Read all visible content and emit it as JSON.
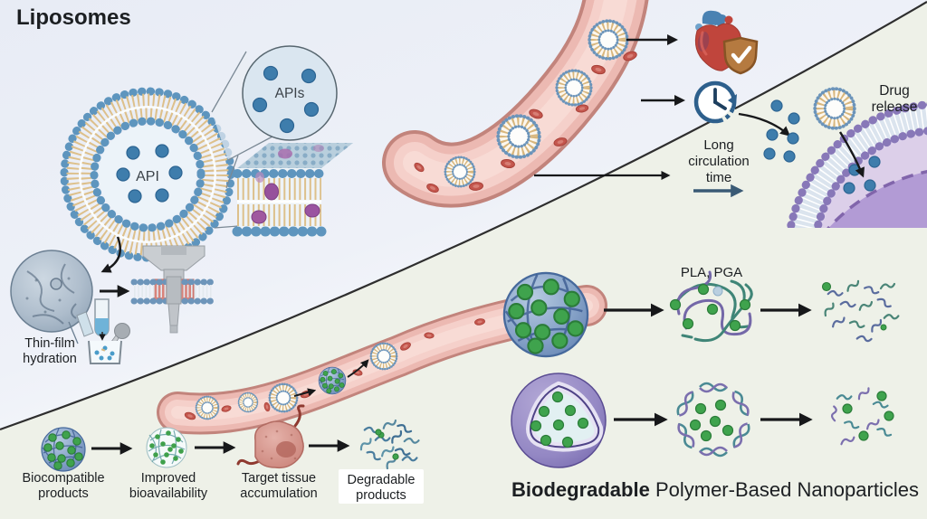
{
  "sections": {
    "liposomes": {
      "title": "Liposomes",
      "core_label": "API",
      "zoom_label": "APIs",
      "method_line1": "Thin-film",
      "method_line2": "hydration"
    },
    "circulation": {
      "long1": "Long",
      "long2": "circulation",
      "long3": "time",
      "drug1": "Drug",
      "drug2": "release"
    },
    "polymer": {
      "title_bold": "Biodegradable",
      "title_rest": " Polymer-Based Nanoparticles",
      "types_label": "PLA, PGA",
      "steps": [
        {
          "line1": "Biocompatible",
          "line2": "products"
        },
        {
          "line1": "Improved",
          "line2": "bioavailability"
        },
        {
          "line1": "Target tissue",
          "line2": "accumulation"
        },
        {
          "line1": "Degradable",
          "line2": "products"
        }
      ]
    }
  },
  "icons": {
    "heart_shield": "anatomical-heart-with-protection-shield",
    "clock": "circulation-time-clock",
    "microscopy": "tem-micrograph",
    "extruder": "lipid-extruder",
    "glassware": "test-tube-pipette-beaker"
  },
  "palette": {
    "upper_background": "#e8ecf5",
    "lower_background": "#eef1e8",
    "divider_line": "#2e2e2e",
    "arrow": "#17181a",
    "lipid_head_blue": "#5e95be",
    "lipid_tail_tan": "#ddc08b",
    "vessel_pink": "#ecb9b2",
    "red_blood_cell": "#c4564d",
    "api_dot_blue": "#3e7dac",
    "green_dot": "#3fa34d",
    "cell_membrane_purple": "#8878b8",
    "cell_cytoplasm": "#dccfe9",
    "nucleus_purple": "#b29bd5",
    "polymer_teal": "#3f8577",
    "polymer_purple": "#7468a8",
    "shield_orange": "#b57a40",
    "clock_blue": "#2d5f8c"
  }
}
